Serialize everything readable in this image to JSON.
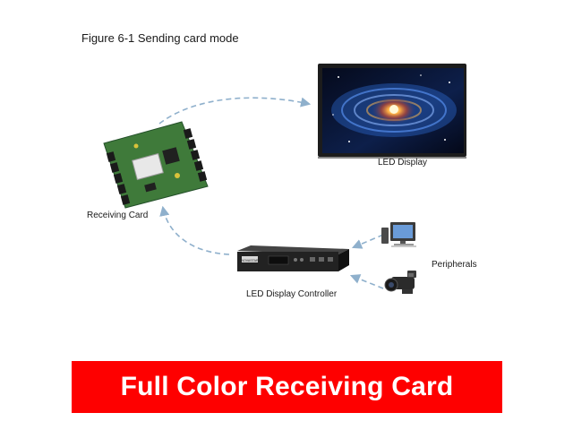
{
  "figure": {
    "caption": "Figure 6-1 Sending card mode"
  },
  "labels": {
    "led_display": "LED Display",
    "receiving_card": "Receiving Card",
    "peripherals": "Peripherals",
    "controller": "LED Display Controller",
    "controller_brand_badge": "NOVASTAR"
  },
  "banner": {
    "text": "Full Color Receiving Card",
    "background_color": "#fe0000",
    "text_color": "#ffffff"
  },
  "colors": {
    "arrow": "#8fb0cc",
    "board_green": "#3f7a3a",
    "display_frame": "#1c1c1c",
    "galaxy_blue": "#1d3f8a",
    "galaxy_core": "#ffb347",
    "controller_body": "#222222"
  },
  "icons": {
    "led_display": "galaxy-screen-icon",
    "receiving_card": "circuit-board-icon",
    "controller": "rack-controller-icon",
    "computer": "desktop-computer-icon",
    "camera": "video-camera-icon"
  }
}
